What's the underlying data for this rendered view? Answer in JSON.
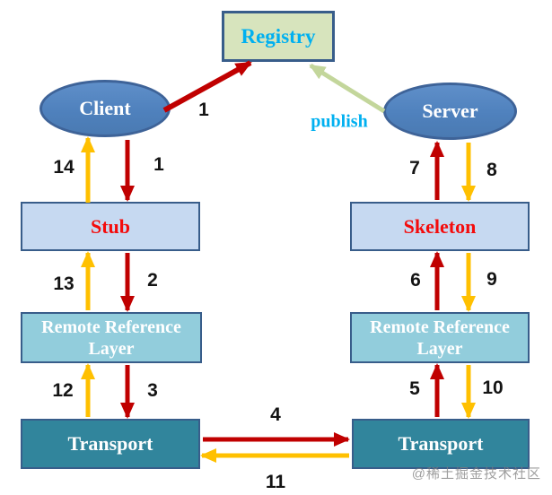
{
  "nodes": {
    "registry": {
      "label": "Registry"
    },
    "client": {
      "label": "Client"
    },
    "server": {
      "label": "Server"
    },
    "stub": {
      "label": "Stub"
    },
    "skeleton": {
      "label": "Skeleton"
    },
    "rrl_left": {
      "label": "Remote Reference Layer"
    },
    "rrl_right": {
      "label": "Remote Reference Layer"
    },
    "transport_left": {
      "label": "Transport"
    },
    "transport_right": {
      "label": "Transport"
    }
  },
  "edge_labels": {
    "e1_diag": "1",
    "e1": "1",
    "e2": "2",
    "e3": "3",
    "e4": "4",
    "e5": "5",
    "e6": "6",
    "e7": "7",
    "e8": "8",
    "e9": "9",
    "e10": "10",
    "e11": "11",
    "e12": "12",
    "e13": "13",
    "e14": "14",
    "publish": "publish"
  },
  "watermark": "@稀土掘金技术社区",
  "colors": {
    "registry_fill": "#d7e4bd",
    "ellipse_fill": "#4f81bd",
    "stub_skeleton_fill": "#c6d9f1",
    "rrl_fill": "#92cddc",
    "transport_fill": "#31859c",
    "shape_border": "#385d8a",
    "arrow_red": "#c00000",
    "arrow_yellow": "#ffc000",
    "arrow_green": "#c3d69b",
    "text_cyan": "#00b0f0",
    "text_red": "#f40b0b",
    "number_color": "#141414",
    "watermark_gray": "#7d7d7d"
  }
}
